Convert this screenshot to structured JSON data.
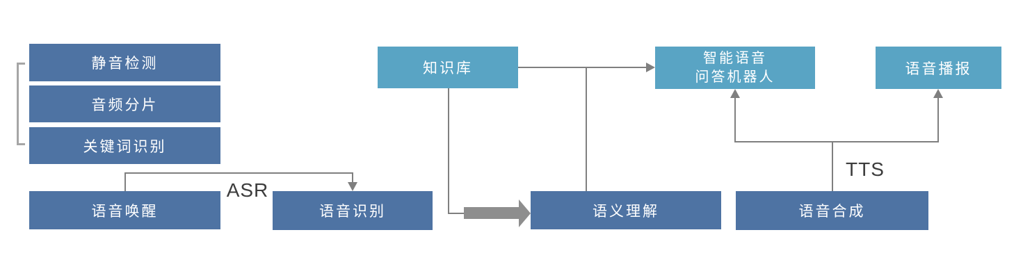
{
  "diagram_title": "voice-ai-architecture-flowchart",
  "colors": {
    "dark_box": "#4e73a3",
    "light_box": "#59a4c4",
    "line": "#7f7f7f",
    "bracket": "#a6a6a6",
    "thick_arrow": "#8e8e8e",
    "label_text": "#3c3c3c",
    "box_text": "#ffffff",
    "background": "#ffffff"
  },
  "nodes": {
    "silence_detection": {
      "label": "静音检测"
    },
    "audio_slicing": {
      "label": "音频分片"
    },
    "keyword_recognition": {
      "label": "关键词识别"
    },
    "voice_wakeup": {
      "label": "语音唤醒"
    },
    "speech_recognition": {
      "label": "语音识别"
    },
    "knowledge_base": {
      "label": "知识库"
    },
    "semantic_understanding": {
      "label": "语义理解"
    },
    "qa_robot": {
      "line1": "智能语音",
      "line2": "问答机器人"
    },
    "voice_broadcast": {
      "label": "语音播报"
    },
    "speech_synthesis": {
      "label": "语音合成"
    }
  },
  "edge_labels": {
    "asr": "ASR",
    "tts": "TTS"
  }
}
